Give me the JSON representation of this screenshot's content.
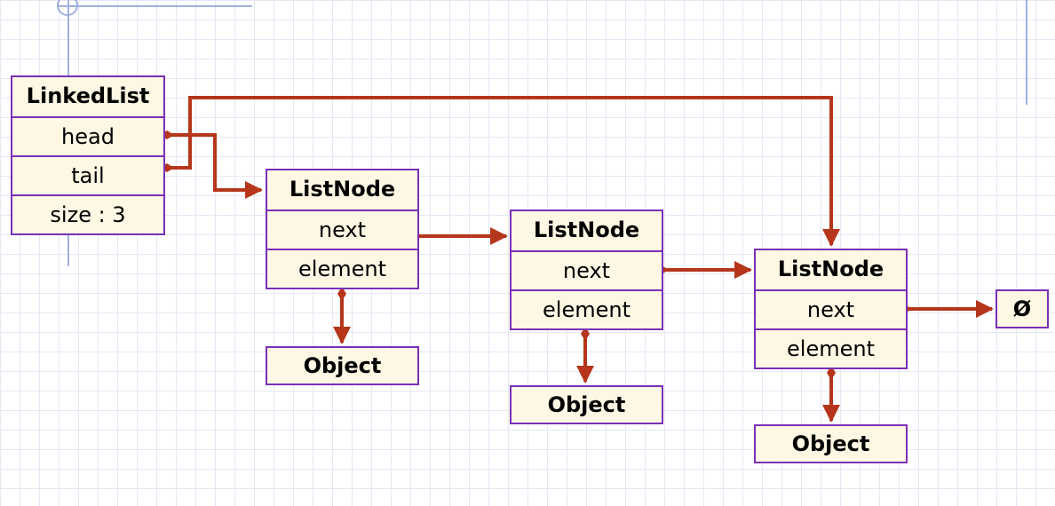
{
  "linked_list": {
    "title": "LinkedList",
    "head_label": "head",
    "tail_label": "tail",
    "size_label": "size : 3"
  },
  "nodes": [
    {
      "title": "ListNode",
      "next_label": "next",
      "element_label": "element",
      "object_label": "Object"
    },
    {
      "title": "ListNode",
      "next_label": "next",
      "element_label": "element",
      "object_label": "Object"
    },
    {
      "title": "ListNode",
      "next_label": "next",
      "element_label": "element",
      "object_label": "Object"
    }
  ],
  "null_label": "Ø",
  "colors": {
    "arrow": "#b5361b",
    "box_border": "#7a2fb8",
    "box_fill": "#fdf7e3",
    "grid": "#e4e8f4"
  }
}
